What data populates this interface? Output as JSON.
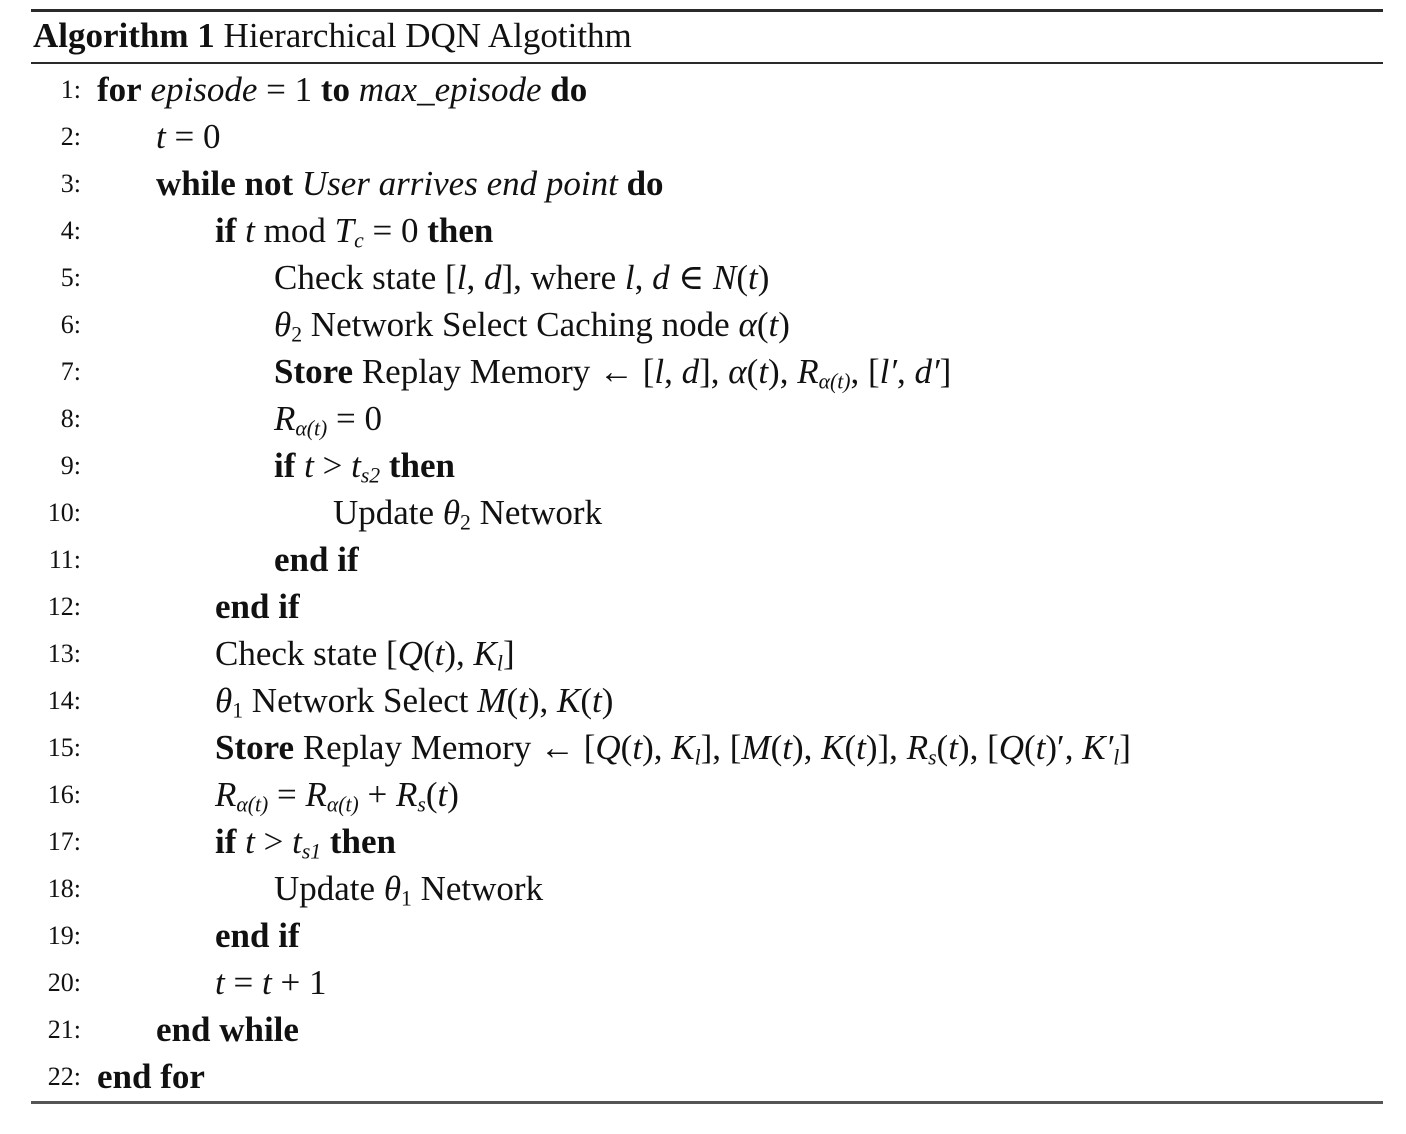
{
  "algorithm": {
    "label": "Algorithm 1",
    "title": "Hierarchical DQN Algotithm",
    "lines": [
      {
        "num": "1:",
        "indent": 0,
        "segs": [
          {
            "k": "kw",
            "t": "for"
          },
          {
            "k": "text",
            "t": " "
          },
          {
            "k": "m",
            "t": "episode"
          },
          {
            "k": "text",
            "t": " = 1 "
          },
          {
            "k": "kw",
            "t": "to"
          },
          {
            "k": "text",
            "t": " "
          },
          {
            "k": "m",
            "t": "max_episode"
          },
          {
            "k": "text",
            "t": " "
          },
          {
            "k": "kw",
            "t": "do"
          }
        ]
      },
      {
        "num": "2:",
        "indent": 1,
        "segs": [
          {
            "k": "m",
            "t": "t"
          },
          {
            "k": "text",
            "t": " = 0"
          }
        ]
      },
      {
        "num": "3:",
        "indent": 1,
        "segs": [
          {
            "k": "kw",
            "t": "while not"
          },
          {
            "k": "text",
            "t": " "
          },
          {
            "k": "m",
            "t": "User arrives end point"
          },
          {
            "k": "text",
            "t": " "
          },
          {
            "k": "kw",
            "t": "do"
          }
        ]
      },
      {
        "num": "4:",
        "indent": 2,
        "segs": [
          {
            "k": "kw",
            "t": "if"
          },
          {
            "k": "text",
            "t": " "
          },
          {
            "k": "m",
            "t": "t"
          },
          {
            "k": "text",
            "t": " mod "
          },
          {
            "k": "m",
            "t": "T"
          },
          {
            "k": "sub",
            "t": "c"
          },
          {
            "k": "text",
            "t": " = 0 "
          },
          {
            "k": "kw",
            "t": "then"
          }
        ]
      },
      {
        "num": "5:",
        "indent": 3,
        "segs": [
          {
            "k": "text",
            "t": "Check state ["
          },
          {
            "k": "m",
            "t": "l"
          },
          {
            "k": "text",
            "t": ", "
          },
          {
            "k": "m",
            "t": "d"
          },
          {
            "k": "text",
            "t": "], where "
          },
          {
            "k": "m",
            "t": "l"
          },
          {
            "k": "text",
            "t": ", "
          },
          {
            "k": "m",
            "t": "d"
          },
          {
            "k": "text",
            "t": " ∈ "
          },
          {
            "k": "m",
            "t": "N"
          },
          {
            "k": "text",
            "t": "("
          },
          {
            "k": "m",
            "t": "t"
          },
          {
            "k": "text",
            "t": ")"
          }
        ]
      },
      {
        "num": "6:",
        "indent": 3,
        "segs": [
          {
            "k": "m",
            "t": "θ"
          },
          {
            "k": "sub",
            "t": "2"
          },
          {
            "k": "text",
            "t": " Network Select Caching node "
          },
          {
            "k": "m",
            "t": "α"
          },
          {
            "k": "text",
            "t": "("
          },
          {
            "k": "m",
            "t": "t"
          },
          {
            "k": "text",
            "t": ")"
          }
        ]
      },
      {
        "num": "7:",
        "indent": 3,
        "segs": [
          {
            "k": "kw",
            "t": "Store"
          },
          {
            "k": "text",
            "t": " Replay Memory ← ["
          },
          {
            "k": "m",
            "t": "l"
          },
          {
            "k": "text",
            "t": ", "
          },
          {
            "k": "m",
            "t": "d"
          },
          {
            "k": "text",
            "t": "], "
          },
          {
            "k": "m",
            "t": "α"
          },
          {
            "k": "text",
            "t": "("
          },
          {
            "k": "m",
            "t": "t"
          },
          {
            "k": "text",
            "t": "), "
          },
          {
            "k": "m",
            "t": "R"
          },
          {
            "k": "sub",
            "t": "α(t)"
          },
          {
            "k": "text",
            "t": ", ["
          },
          {
            "k": "m",
            "t": "l′"
          },
          {
            "k": "text",
            "t": ", "
          },
          {
            "k": "m",
            "t": "d′"
          },
          {
            "k": "text",
            "t": "]"
          }
        ]
      },
      {
        "num": "8:",
        "indent": 3,
        "segs": [
          {
            "k": "m",
            "t": "R"
          },
          {
            "k": "sub",
            "t": "α(t)"
          },
          {
            "k": "text",
            "t": " = 0"
          }
        ]
      },
      {
        "num": "9:",
        "indent": 3,
        "segs": [
          {
            "k": "kw",
            "t": "if"
          },
          {
            "k": "text",
            "t": " "
          },
          {
            "k": "m",
            "t": "t"
          },
          {
            "k": "text",
            "t": " > "
          },
          {
            "k": "m",
            "t": "t"
          },
          {
            "k": "sub",
            "t": "s2"
          },
          {
            "k": "text",
            "t": " "
          },
          {
            "k": "kw",
            "t": "then"
          }
        ]
      },
      {
        "num": "10:",
        "indent": 4,
        "segs": [
          {
            "k": "text",
            "t": "Update "
          },
          {
            "k": "m",
            "t": "θ"
          },
          {
            "k": "sub",
            "t": "2"
          },
          {
            "k": "text",
            "t": " Network"
          }
        ]
      },
      {
        "num": "11:",
        "indent": 3,
        "segs": [
          {
            "k": "kw",
            "t": "end if"
          }
        ]
      },
      {
        "num": "12:",
        "indent": 2,
        "segs": [
          {
            "k": "kw",
            "t": "end if"
          }
        ]
      },
      {
        "num": "13:",
        "indent": 2,
        "segs": [
          {
            "k": "text",
            "t": "Check state ["
          },
          {
            "k": "m",
            "t": "Q"
          },
          {
            "k": "text",
            "t": "("
          },
          {
            "k": "m",
            "t": "t"
          },
          {
            "k": "text",
            "t": "), "
          },
          {
            "k": "m",
            "t": "K"
          },
          {
            "k": "sub",
            "t": "l"
          },
          {
            "k": "text",
            "t": "]"
          }
        ]
      },
      {
        "num": "14:",
        "indent": 2,
        "segs": [
          {
            "k": "m",
            "t": "θ"
          },
          {
            "k": "sub",
            "t": "1"
          },
          {
            "k": "text",
            "t": " Network Select "
          },
          {
            "k": "m",
            "t": "M"
          },
          {
            "k": "text",
            "t": "("
          },
          {
            "k": "m",
            "t": "t"
          },
          {
            "k": "text",
            "t": "), "
          },
          {
            "k": "m",
            "t": "K"
          },
          {
            "k": "text",
            "t": "("
          },
          {
            "k": "m",
            "t": "t"
          },
          {
            "k": "text",
            "t": ")"
          }
        ]
      },
      {
        "num": "15:",
        "indent": 2,
        "segs": [
          {
            "k": "kw",
            "t": "Store"
          },
          {
            "k": "text",
            "t": " Replay Memory ← ["
          },
          {
            "k": "m",
            "t": "Q"
          },
          {
            "k": "text",
            "t": "("
          },
          {
            "k": "m",
            "t": "t"
          },
          {
            "k": "text",
            "t": "), "
          },
          {
            "k": "m",
            "t": "K"
          },
          {
            "k": "sub",
            "t": "l"
          },
          {
            "k": "text",
            "t": "], ["
          },
          {
            "k": "m",
            "t": "M"
          },
          {
            "k": "text",
            "t": "("
          },
          {
            "k": "m",
            "t": "t"
          },
          {
            "k": "text",
            "t": "), "
          },
          {
            "k": "m",
            "t": "K"
          },
          {
            "k": "text",
            "t": "("
          },
          {
            "k": "m",
            "t": "t"
          },
          {
            "k": "text",
            "t": ")], "
          },
          {
            "k": "m",
            "t": "R"
          },
          {
            "k": "sub",
            "t": "s"
          },
          {
            "k": "text",
            "t": "("
          },
          {
            "k": "m",
            "t": "t"
          },
          {
            "k": "text",
            "t": "), ["
          },
          {
            "k": "m",
            "t": "Q"
          },
          {
            "k": "text",
            "t": "("
          },
          {
            "k": "m",
            "t": "t"
          },
          {
            "k": "text",
            "t": ")′, "
          },
          {
            "k": "m",
            "t": "K′"
          },
          {
            "k": "sub",
            "t": "l"
          },
          {
            "k": "text",
            "t": "]"
          }
        ]
      },
      {
        "num": "16:",
        "indent": 2,
        "segs": [
          {
            "k": "m",
            "t": "R"
          },
          {
            "k": "sub",
            "t": "α(t)"
          },
          {
            "k": "text",
            "t": " = "
          },
          {
            "k": "m",
            "t": "R"
          },
          {
            "k": "sub",
            "t": "α(t)"
          },
          {
            "k": "text",
            "t": " + "
          },
          {
            "k": "m",
            "t": "R"
          },
          {
            "k": "sub",
            "t": "s"
          },
          {
            "k": "text",
            "t": "("
          },
          {
            "k": "m",
            "t": "t"
          },
          {
            "k": "text",
            "t": ")"
          }
        ]
      },
      {
        "num": "17:",
        "indent": 2,
        "segs": [
          {
            "k": "kw",
            "t": "if"
          },
          {
            "k": "text",
            "t": " "
          },
          {
            "k": "m",
            "t": "t"
          },
          {
            "k": "text",
            "t": " > "
          },
          {
            "k": "m",
            "t": "t"
          },
          {
            "k": "sub",
            "t": "s1"
          },
          {
            "k": "text",
            "t": " "
          },
          {
            "k": "kw",
            "t": "then"
          }
        ]
      },
      {
        "num": "18:",
        "indent": 3,
        "segs": [
          {
            "k": "text",
            "t": "Update "
          },
          {
            "k": "m",
            "t": "θ"
          },
          {
            "k": "sub",
            "t": "1"
          },
          {
            "k": "text",
            "t": " Network"
          }
        ]
      },
      {
        "num": "19:",
        "indent": 2,
        "segs": [
          {
            "k": "kw",
            "t": "end if"
          }
        ]
      },
      {
        "num": "20:",
        "indent": 2,
        "segs": [
          {
            "k": "m",
            "t": "t"
          },
          {
            "k": "text",
            "t": " = "
          },
          {
            "k": "m",
            "t": "t"
          },
          {
            "k": "text",
            "t": " + 1"
          }
        ]
      },
      {
        "num": "21:",
        "indent": 1,
        "segs": [
          {
            "k": "kw",
            "t": "end while"
          }
        ]
      },
      {
        "num": "22:",
        "indent": 0,
        "segs": [
          {
            "k": "kw",
            "t": "end for"
          }
        ]
      }
    ]
  }
}
